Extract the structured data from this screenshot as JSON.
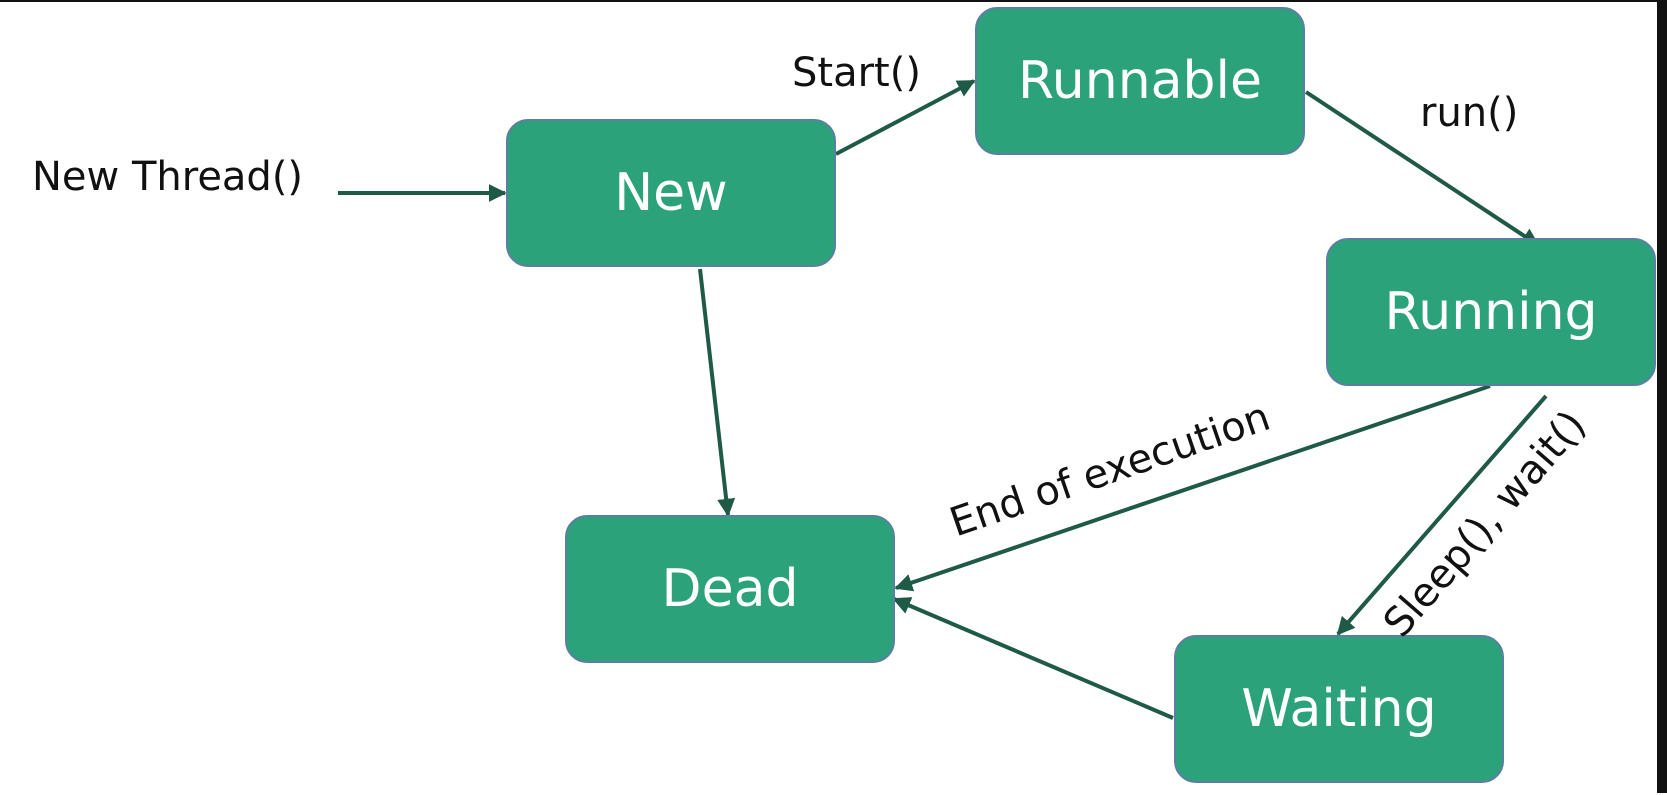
{
  "diagram": {
    "states": {
      "new": "New",
      "runnable": "Runnable",
      "running": "Running",
      "dead": "Dead",
      "waiting": "Waiting"
    },
    "transitions": {
      "new_thread": "New Thread()",
      "start": "Start()",
      "run": "run()",
      "end_of_execution": "End of execution",
      "sleep_wait": "Sleep(), wait()"
    }
  },
  "colors": {
    "node_fill": "#2ca27a",
    "node_border": "#5b7fa3",
    "arrow": "#1f5a46"
  }
}
